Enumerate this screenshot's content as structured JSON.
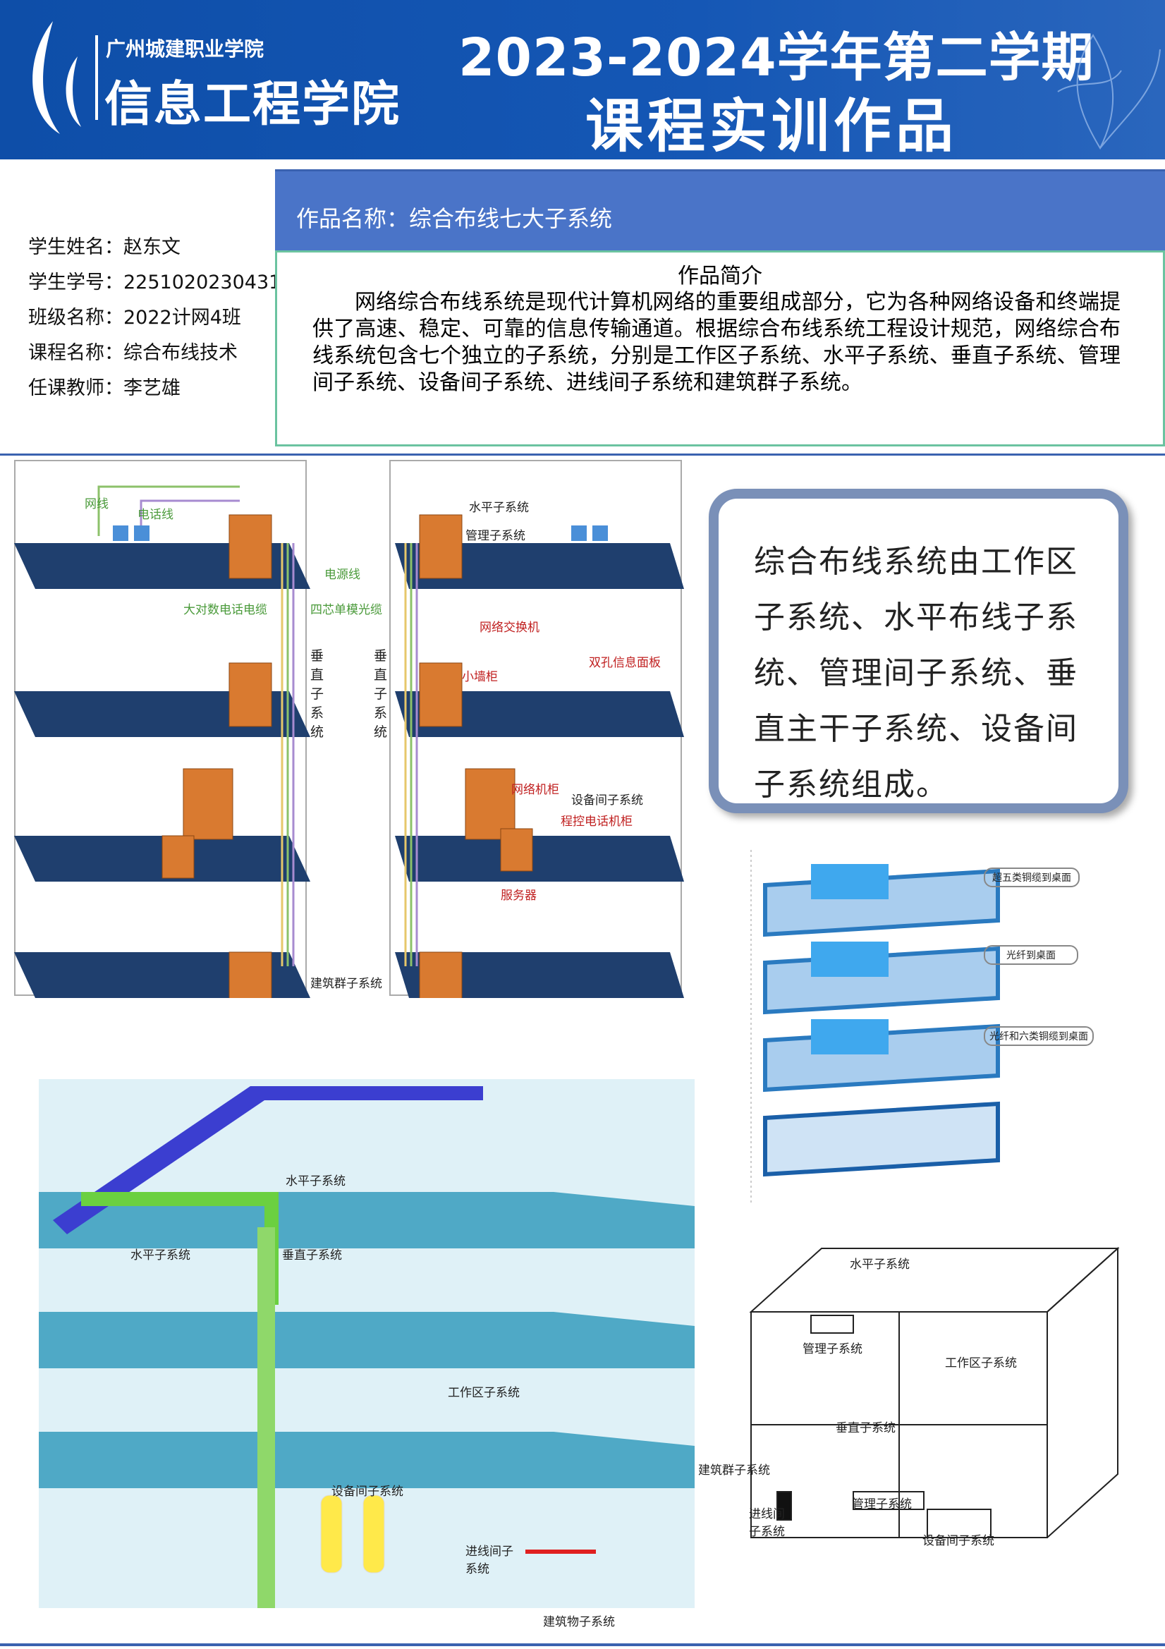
{
  "header": {
    "school_small": "广州城建职业学院",
    "school_big": "信息工程学院",
    "title_line1": "2023-2024学年第二学期",
    "title_line2": "课程实训作品"
  },
  "student": {
    "name": "学生姓名：赵东文",
    "id": "学生学号：2251020230431",
    "class": "班级名称：2022计网4班",
    "course": "课程名称：综合布线技术",
    "teacher": "任课教师：李艺雄"
  },
  "work": {
    "name": "作品名称：综合布线七大子系统",
    "intro_title": "作品简介",
    "intro": "网络综合布线系统是现代计算机网络的重要组成部分，它为各种网络设备和终端提供了高速、稳定、可靠的信息传输通道。根据综合布线系统工程设计规范，网络综合布线系统包含七个独立的子系统，分别是工作区子系统、水平子系统、垂直子系统、管理间子系统、设备间子系统、进线间子系统和建筑群子系统。"
  },
  "callout": "综合布线系统由工作区子系统、水平布线子系统、管理间子系统、垂直主干子系统、设备间子系统组成。",
  "diagram1": {
    "l1": "网线",
    "l2": "电话线",
    "l3": "电源线",
    "l4": "大对数电话电缆",
    "l5": "四芯单模光缆",
    "l6": "垂直子系统",
    "l7": "垂直子系统",
    "l8": "建筑群子系统",
    "l9": "水平子系统",
    "l10": "管理子系统",
    "l11": "网络交换机",
    "l12": "双孔信息面板",
    "l13": "小墙柜",
    "l14": "网络机柜",
    "l15": "设备间子系统",
    "l16": "程控电话机柜",
    "l17": "服务器"
  },
  "diagram2": {
    "c1": "超五类铜缆到桌面",
    "c2": "光纤到桌面",
    "c3": "光纤和六类铜缆到桌面"
  },
  "diagram3": {
    "l1": "水平子系统",
    "l2": "水平子系统",
    "l3": "垂直子系统",
    "l4": "工作区子系统",
    "l5": "设备间子系统",
    "l6": "进线间子系统",
    "l7": "建筑物子系统"
  },
  "diagram4": {
    "l1": "水平子系统",
    "l2": "管理子系统",
    "l3": "工作区子系统",
    "l4": "垂直子系统",
    "l5": "建筑群子系统",
    "l6": "管理子系统",
    "l7": "进线间子系统",
    "l8": "设备间子系统"
  }
}
